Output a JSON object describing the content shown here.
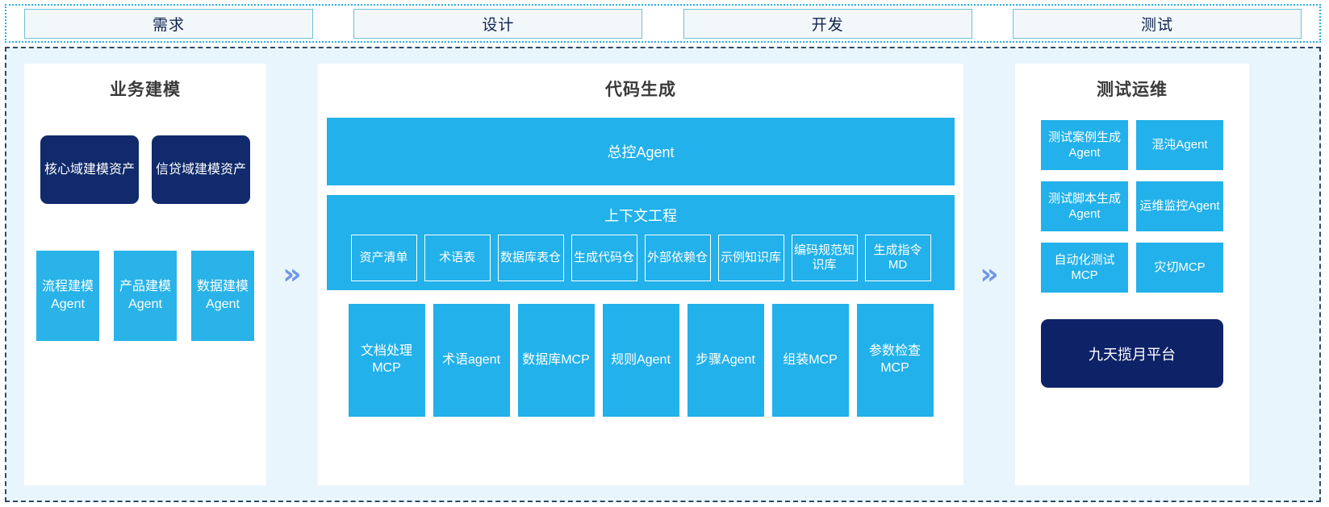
{
  "phases": [
    {
      "label": "需求"
    },
    {
      "label": "设计"
    },
    {
      "label": "开发"
    },
    {
      "label": "测试"
    }
  ],
  "arrows": {
    "glyph": "»",
    "color": "#6f97e8"
  },
  "colors": {
    "accent_blue": "#22b1ea",
    "navy": "#102a6b",
    "panel_bg": "#e9f5fd",
    "phase_box_bg": "#f2f7fa",
    "phase_border": "#6fc0dd",
    "dashed_border": "#2f4a66",
    "dotted_border": "#27b0e6"
  },
  "left_panel": {
    "title": "业务建模",
    "assets": [
      {
        "label": "核心域建模资产"
      },
      {
        "label": "信贷域建模资产"
      }
    ],
    "agents": [
      {
        "label": "流程建模Agent"
      },
      {
        "label": "产品建模Agent"
      },
      {
        "label": "数据建模Agent"
      }
    ]
  },
  "center_panel": {
    "title": "代码生成",
    "master_agent": "总控Agent",
    "context_engineering": {
      "title": "上下文工程",
      "items": [
        {
          "label": "资产清单"
        },
        {
          "label": "术语表"
        },
        {
          "label": "数据库表仓"
        },
        {
          "label": "生成代码仓"
        },
        {
          "label": "外部依赖仓"
        },
        {
          "label": "示例知识库"
        },
        {
          "label": "编码规范知识库"
        },
        {
          "label": "生成指令MD"
        }
      ]
    },
    "tools": [
      {
        "label": "文档处理MCP"
      },
      {
        "label": "术语agent"
      },
      {
        "label": "数据库MCP"
      },
      {
        "label": "规则Agent"
      },
      {
        "label": "步骤Agent"
      },
      {
        "label": "组装MCP"
      },
      {
        "label": "参数检查MCP"
      }
    ]
  },
  "right_panel": {
    "title": "测试运维",
    "cards": [
      {
        "label": "测试案例生成Agent"
      },
      {
        "label": "混沌Agent"
      },
      {
        "label": "测试脚本生成Agent"
      },
      {
        "label": "运维监控Agent"
      },
      {
        "label": "自动化测试MCP"
      },
      {
        "label": "灾切MCP"
      }
    ],
    "platform": "九天揽月平台"
  }
}
